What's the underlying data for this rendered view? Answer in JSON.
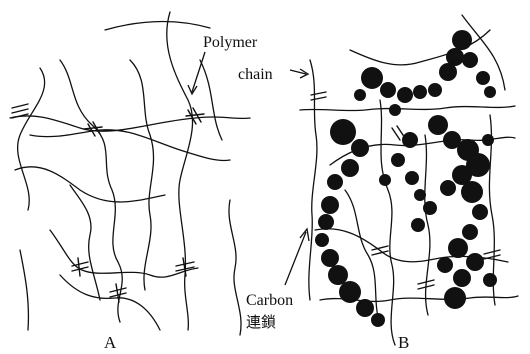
{
  "labels": {
    "polymer_line1": "Polymer",
    "polymer_line2": "chain",
    "carbon_line1": "Carbon",
    "carbon_line2": "連鎖",
    "panel_a": "A",
    "panel_b": "B"
  }
}
